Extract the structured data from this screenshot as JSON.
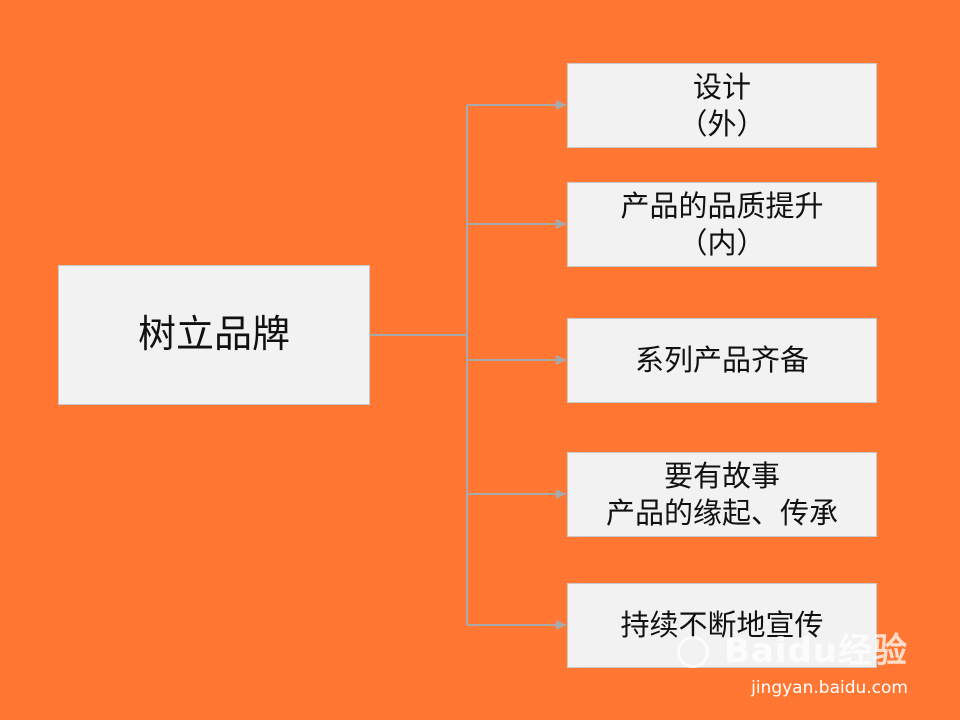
{
  "diagram": {
    "root": {
      "label": "树立品牌"
    },
    "children": [
      {
        "lines": [
          "设计",
          "（外）"
        ]
      },
      {
        "lines": [
          "产品的品质提升",
          "（内）"
        ]
      },
      {
        "lines": [
          "系列产品齐备"
        ]
      },
      {
        "lines": [
          "要有故事",
          "产品的缘起、传承"
        ]
      },
      {
        "lines": [
          "持续不断地宣传"
        ]
      }
    ]
  },
  "watermark": {
    "logo_text": "Baidu经验",
    "url": "jingyan.baidu.com"
  },
  "colors": {
    "background": "#ff7733",
    "box_fill": "#f2f2f2",
    "connector": "#a9a9a9"
  }
}
